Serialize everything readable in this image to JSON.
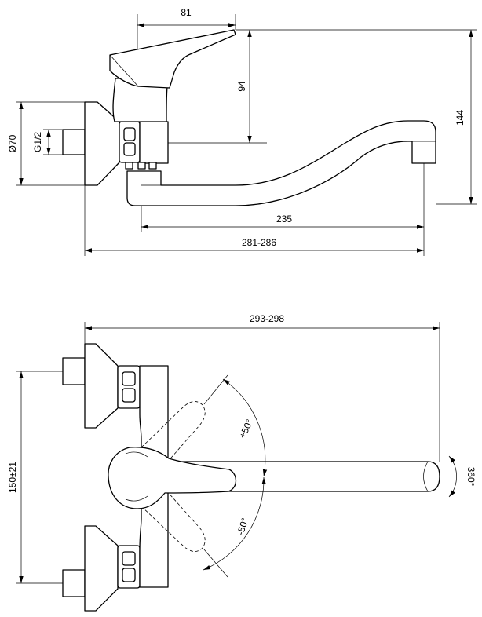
{
  "dimensions": {
    "lever_reach": "81",
    "lever_height": "94",
    "total_height": "144",
    "rosette_diameter": "Ø70",
    "thread": "G1/2",
    "spout_reach": "235",
    "projection": "281-286",
    "total_width": "293-298",
    "center_distance": "150±21",
    "angle_up": "+50°",
    "angle_down": "-50°",
    "spout_rotation": "360°"
  }
}
